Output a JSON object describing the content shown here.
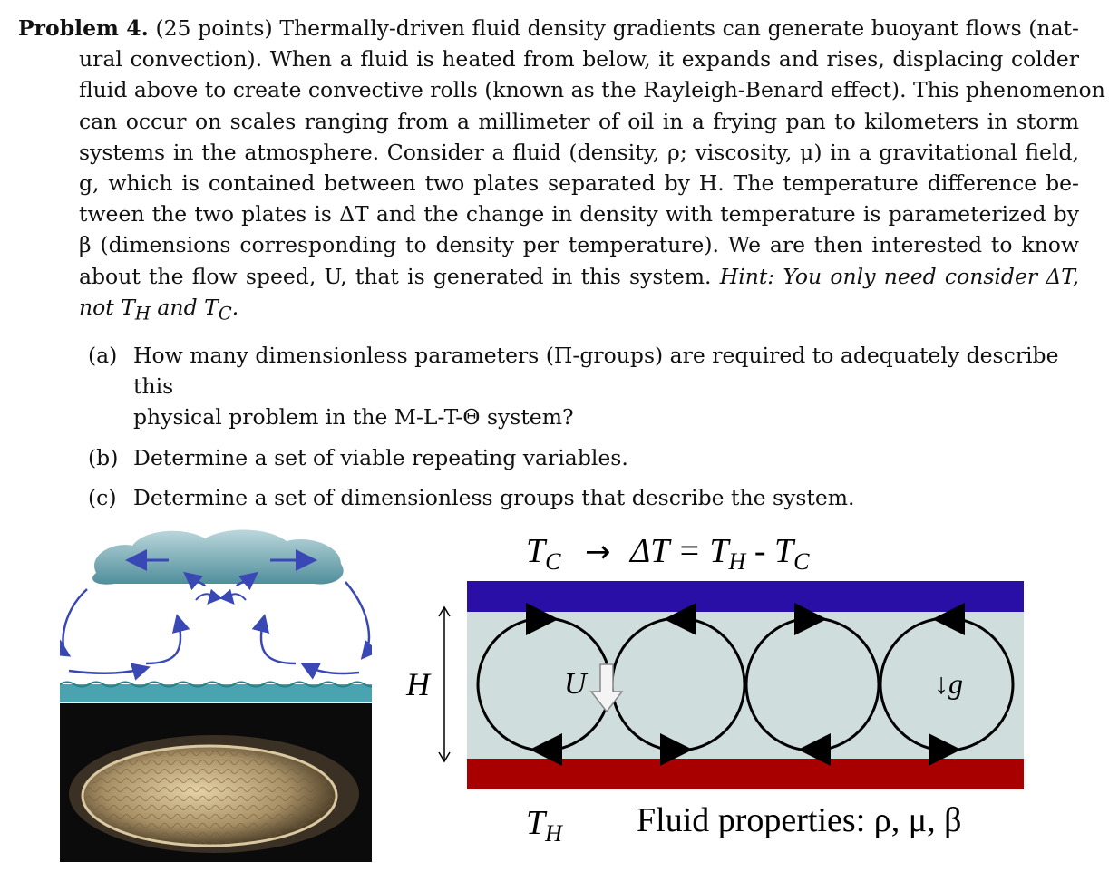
{
  "problem": {
    "heading": "Problem 4.",
    "points": "(25 points)",
    "lines": [
      "Thermally-driven fluid density gradients can generate buoyant flows (nat-",
      "ural convection). When a fluid is heated from below, it expands and rises, displacing colder",
      "fluid above to create convective rolls (known as the Rayleigh-Benard effect). This phenomenon",
      "can occur on scales ranging from a millimeter of oil in a frying pan to kilometers in storm",
      "systems in the atmosphere. Consider a fluid (density, ρ; viscosity, μ) in a gravitational field,",
      "g, which is contained between two plates separated by H. The temperature difference be-",
      "tween the two plates is ΔT and the change in density with temperature is parameterized by",
      "β (dimensions corresponding to density per temperature). We are then interested to know",
      "about the flow speed, U, that is generated in this system."
    ],
    "hint": "Hint: You only need consider ΔT,",
    "hint_end": "not T",
    "hint_sub_h": "H",
    "hint_and": " and T",
    "hint_sub_c": "C",
    "hint_period": "."
  },
  "parts": [
    {
      "label": "(a)",
      "lines": [
        "How many dimensionless parameters (Π-groups) are required to adequately describe this",
        "physical problem in the M-L-T-Θ system?"
      ]
    },
    {
      "label": "(b)",
      "lines": [
        "Determine a set of viable repeating variables."
      ]
    },
    {
      "label": "(c)",
      "lines": [
        "Determine a set of dimensionless groups that describe the system."
      ]
    }
  ],
  "figure": {
    "top_label": "T",
    "top_sub": "C",
    "arrow": "→",
    "delta_eq": "ΔT = T",
    "delta_sub_h": "H",
    "delta_minus": " - T",
    "delta_sub_c": "C",
    "height_label": "H",
    "flow_label": "U",
    "gravity_label": "↓g",
    "bottom_label": "T",
    "bottom_sub": "H",
    "props": "Fluid properties: ρ, μ, β",
    "colors": {
      "cold_plate": "#2a0fa6",
      "hot_plate": "#a80000",
      "fluid": "#cfdedd",
      "arrow_blue": "#3a48b5",
      "cloud": "#6a9faa",
      "water": "#4aa3b0"
    }
  }
}
